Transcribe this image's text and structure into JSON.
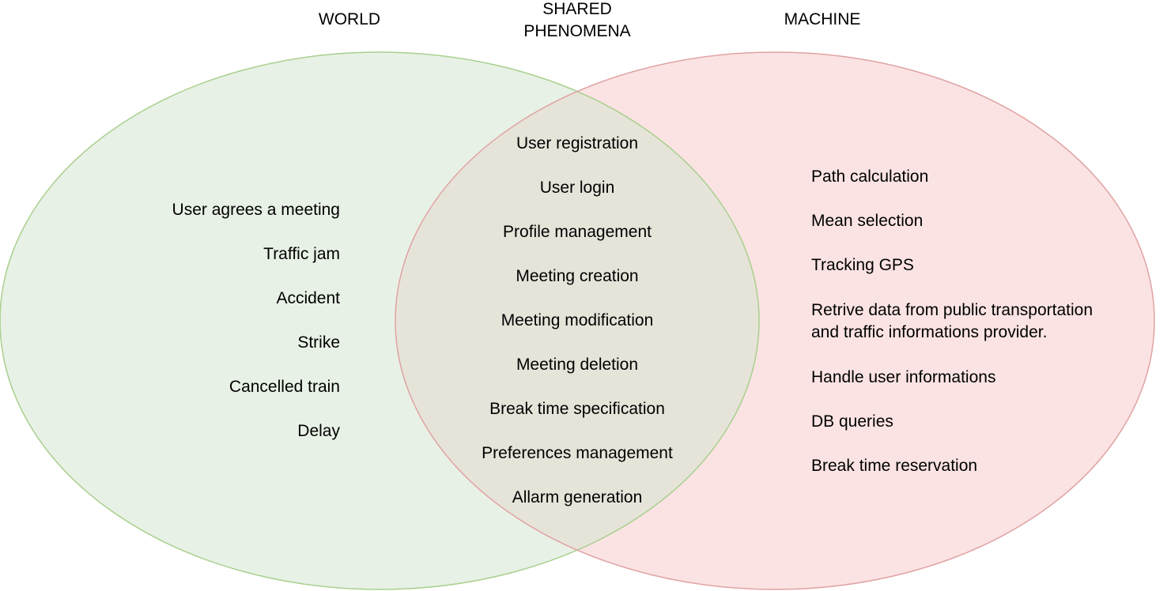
{
  "headings": {
    "world": "WORLD",
    "shared": "SHARED\nPHENOMENA",
    "machine": "MACHINE"
  },
  "colors": {
    "world_fill": "#e8f1e6",
    "world_stroke": "#a9d08e",
    "machine_fill": "#fbe3e3",
    "machine_stroke": "#e0a3a3",
    "overlap_fill": "#e6e4d9",
    "text": "#000000"
  },
  "world_items": [
    "User agrees a meeting",
    "Traffic jam",
    "Accident",
    "Strike",
    "Cancelled train",
    "Delay"
  ],
  "shared_items": [
    "User registration",
    "User login",
    "Profile management",
    "Meeting creation",
    "Meeting modification",
    "Meeting deletion",
    "Break time specification",
    "Preferences management",
    "Allarm generation"
  ],
  "machine_items": [
    "Path calculation",
    "Mean selection",
    "Tracking GPS",
    "Retrive data from public transportation\nand  traffic informations provider.",
    "Handle user informations",
    "DB queries",
    "Break time reservation"
  ]
}
